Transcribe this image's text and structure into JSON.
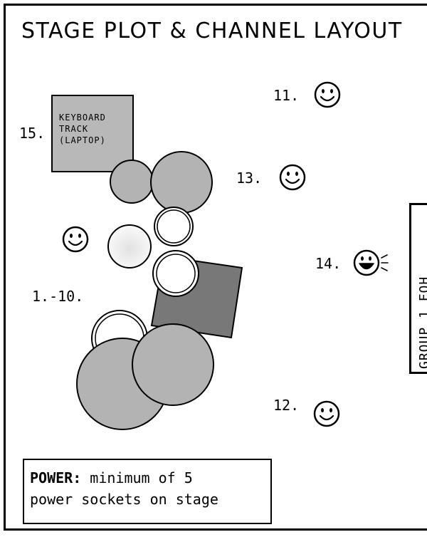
{
  "title": "STAGE PLOT & CHANNEL LAYOUT",
  "positions": {
    "p11": "11.",
    "p12": "12.",
    "p13": "13.",
    "p14": "14.",
    "p15": "15.",
    "drums": "1.-10."
  },
  "keyboard": {
    "line1": "KEYBOARD",
    "line2": "TRACK",
    "line3": "(LAPTOP)"
  },
  "side_label": "GROUP 1 FOH",
  "power": {
    "bold": "POWER:",
    "line1": " minimum of 5",
    "line2": "power sockets on stage"
  },
  "icons": {
    "performer": "smiley-face-icon",
    "singer": "singing-face-icon"
  },
  "colors": {
    "drum_grey": "#b3b3b3",
    "riser_grey": "#787878",
    "keyboard_grey": "#b8b8b8",
    "outline": "#000000"
  }
}
